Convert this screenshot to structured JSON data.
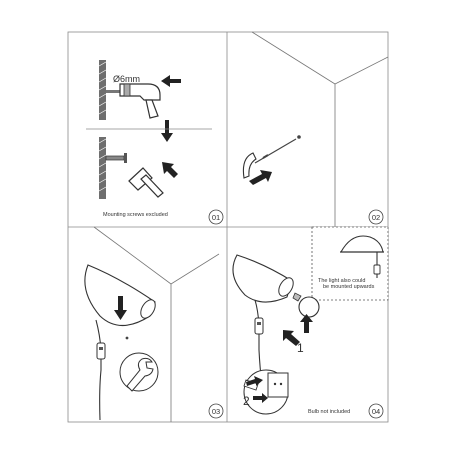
{
  "panels": [
    {
      "number": "01",
      "caption": "Mounting screws excluded",
      "drill_label": "Ø6mm"
    },
    {
      "number": "02"
    },
    {
      "number": "03"
    },
    {
      "number": "04",
      "note_line1": "The light also could",
      "note_line2": "be mounted upwards",
      "step1": "1",
      "step2": "2",
      "bulb_caption": "Bulb not included"
    }
  ]
}
